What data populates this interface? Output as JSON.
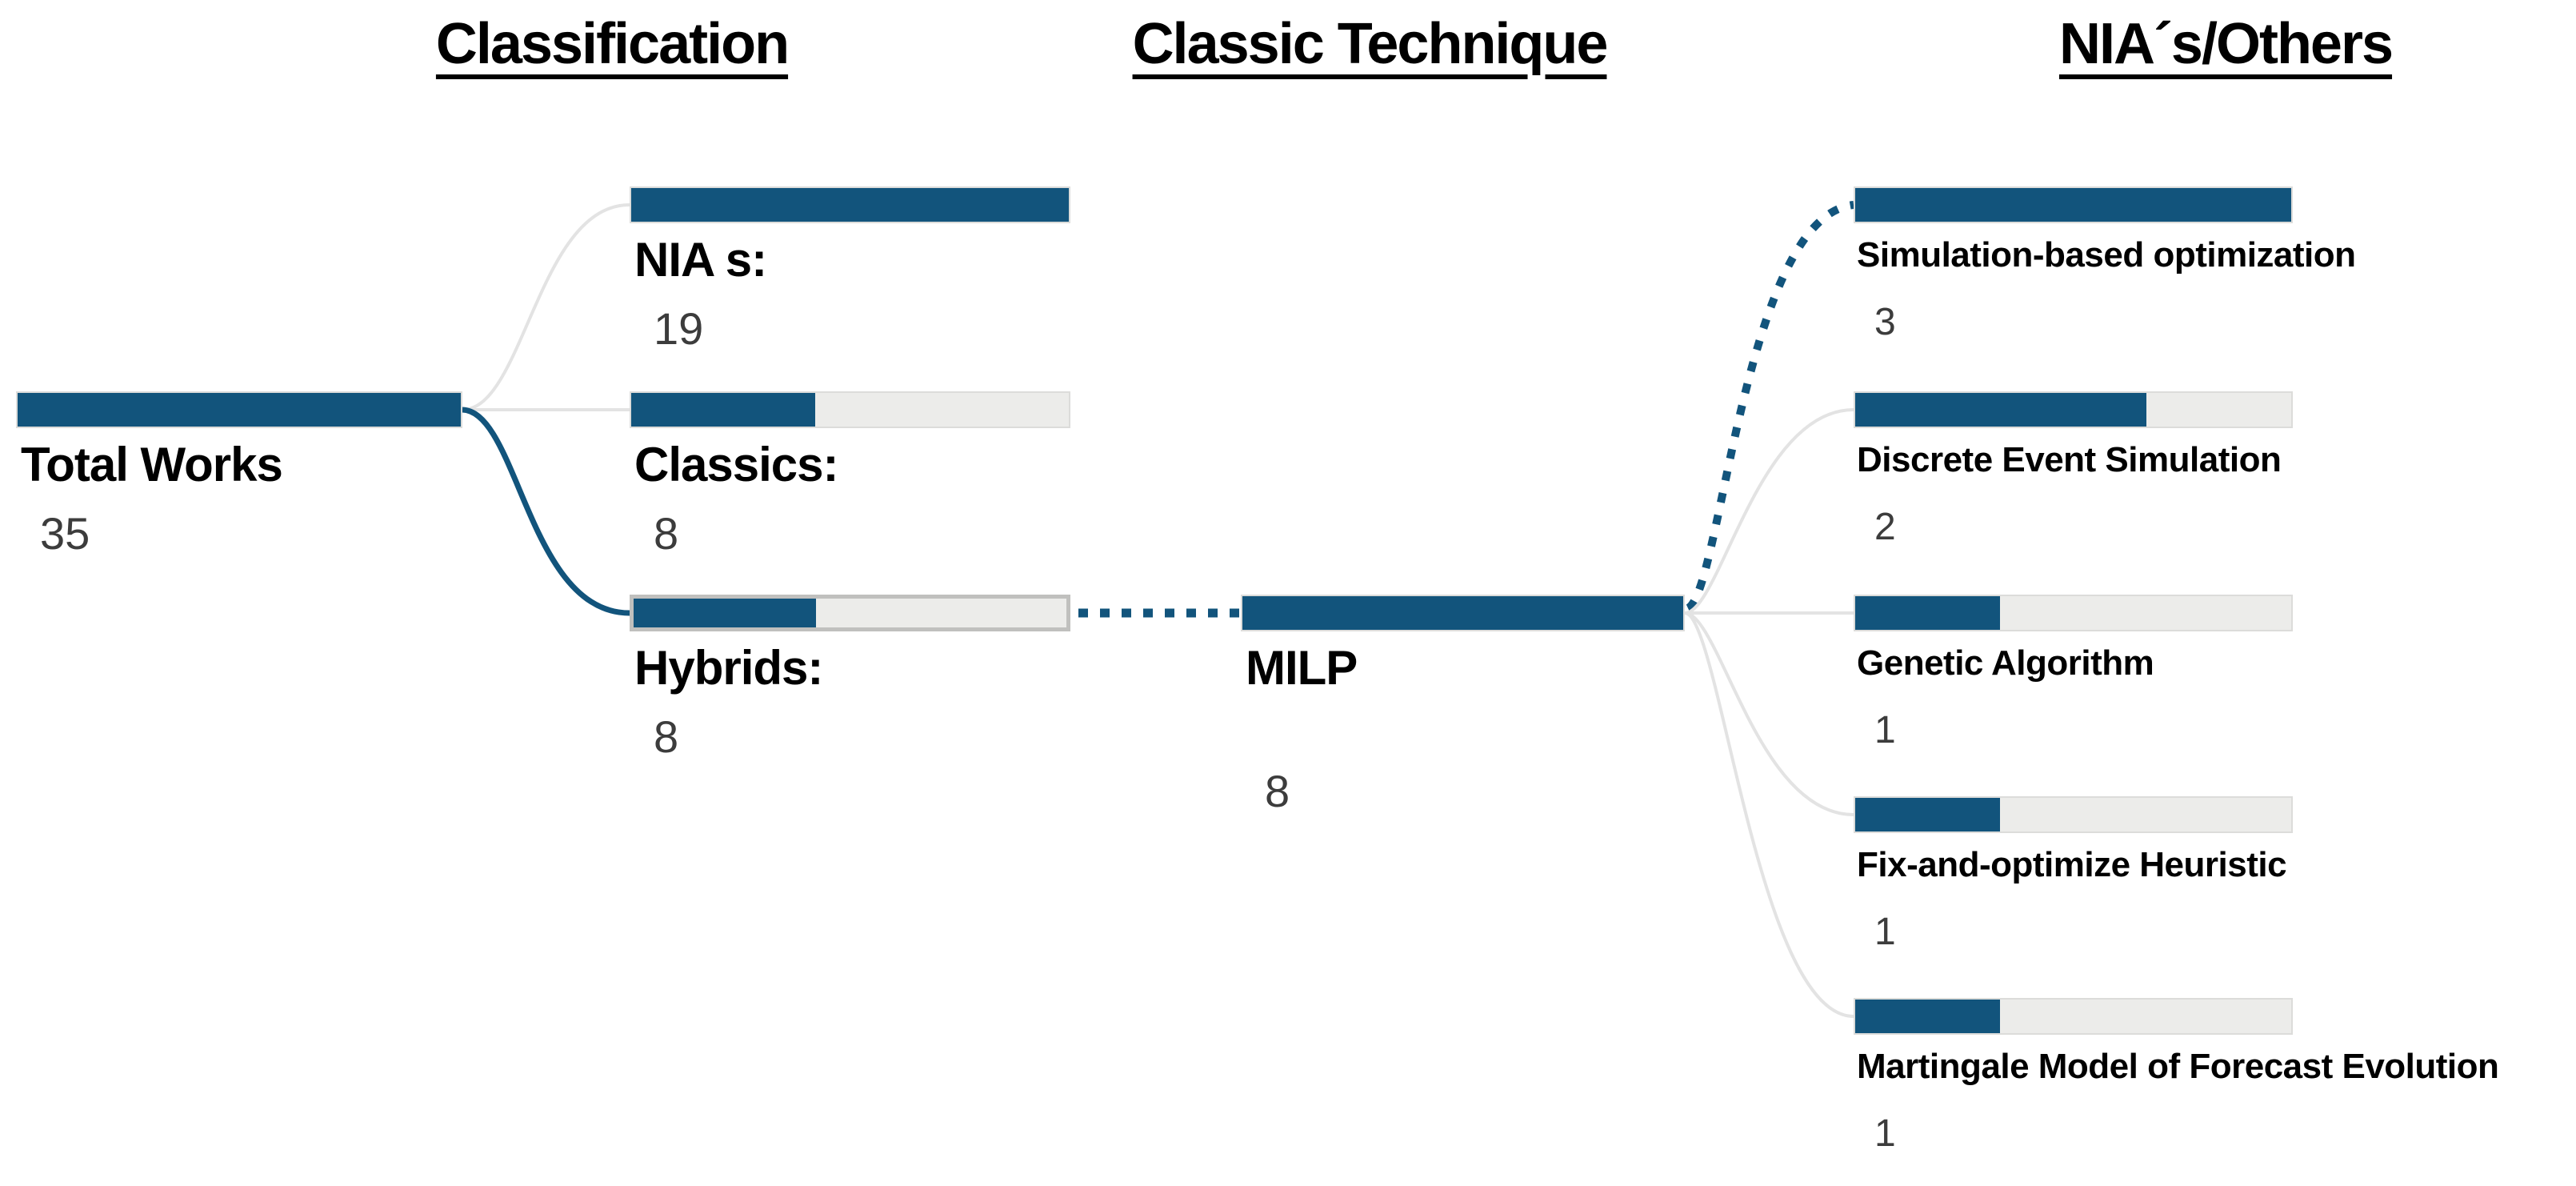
{
  "headers": [
    {
      "label": "Classification"
    },
    {
      "label": "Classic Technique"
    },
    {
      "label": "NIA´s/Others"
    }
  ],
  "root": {
    "label": "Total Works",
    "value": "35",
    "fill_ratio": 1
  },
  "classification": [
    {
      "label": "NIA s:",
      "value": "19",
      "fill_ratio": 1
    },
    {
      "label": "Classics:",
      "value": "8",
      "fill_ratio": 0.421
    },
    {
      "label": "Hybrids:",
      "value": "8",
      "fill_ratio": 0.421
    }
  ],
  "technique": {
    "label": "MILP",
    "value": "8",
    "fill_ratio": 1
  },
  "leaves": [
    {
      "label": "Simulation-based optimization",
      "value": "3",
      "fill_ratio": 1
    },
    {
      "label": "Discrete Event Simulation",
      "value": "2",
      "fill_ratio": 0.667
    },
    {
      "label": "Genetic Algorithm",
      "value": "1",
      "fill_ratio": 0.333
    },
    {
      "label": "Fix-and-optimize Heuristic",
      "value": "1",
      "fill_ratio": 0.333
    },
    {
      "label": "Martingale Model of Forecast Evolution",
      "value": "1",
      "fill_ratio": 0.333
    }
  ],
  "colors": {
    "accent": "#12547C",
    "track": "#ECECEA",
    "track_border": "#DCDCDA",
    "highlight_border": "#C0C0BE",
    "link_gray": "#E3E3E3",
    "text": "#000000",
    "value_text": "#3C3C3C"
  }
}
